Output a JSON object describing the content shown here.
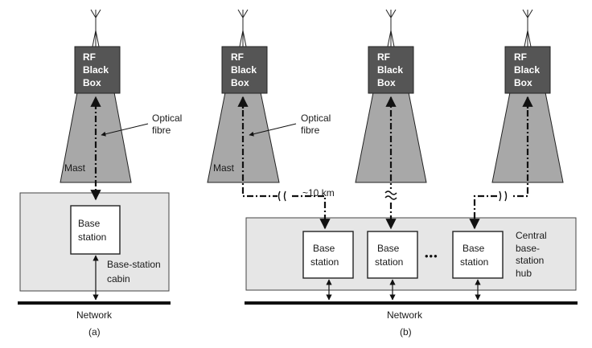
{
  "rf_box": {
    "line1": "RF",
    "line2": "Black",
    "line3": "Box"
  },
  "optical": {
    "line1": "Optical",
    "line2": "fibre"
  },
  "mast_label": "Mast",
  "base_station": {
    "line1": "Base",
    "line2": "station"
  },
  "cabin": {
    "line1": "Base-station",
    "line2": "cabin"
  },
  "hub": {
    "line1": "Central",
    "line2": "base-",
    "line3": "station",
    "line4": "hub"
  },
  "distance_label": "~10 km",
  "ellipsis": "•••",
  "network_label": "Network",
  "caption_a": "(a)",
  "caption_b": "(b)",
  "colors": {
    "mast_fill": "#a8a8a8",
    "rf_box_fill": "#555555",
    "cabin_fill": "#e6e6e6",
    "line": "#111111"
  }
}
